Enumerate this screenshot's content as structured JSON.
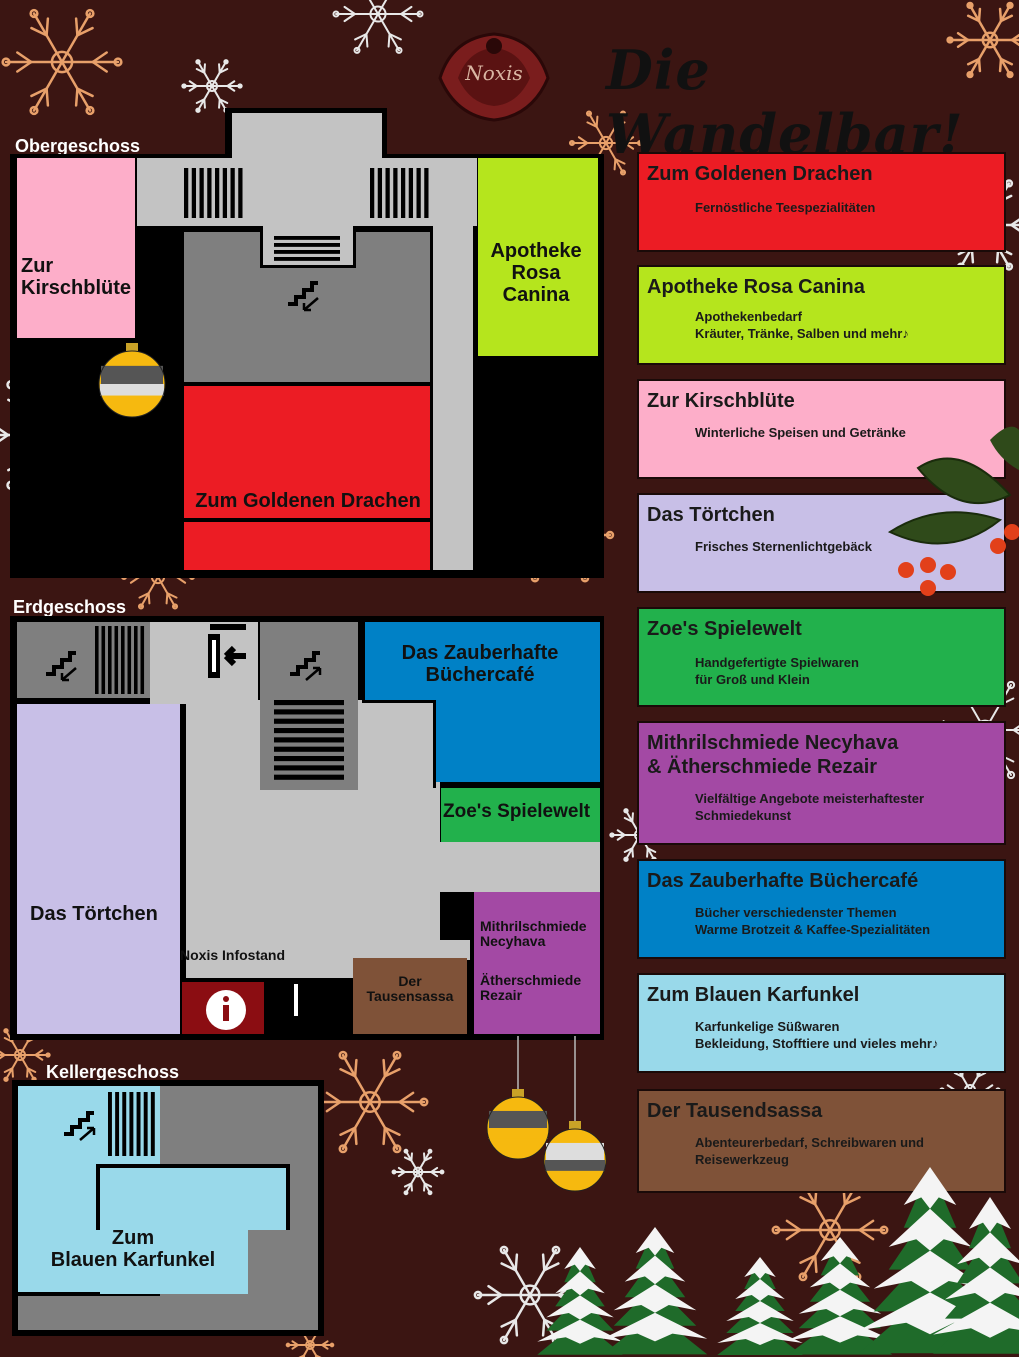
{
  "header": {
    "title": "Die Wandelbar!",
    "logo_text": "Noxis"
  },
  "floors": {
    "upper": {
      "title": "Obergeschoss",
      "rooms": {
        "kirschbluete": "Zur\nKirschblüte",
        "apotheke": "Apotheke\nRosa\nCanina",
        "drachen": "Zum Goldenen Drachen"
      }
    },
    "ground": {
      "title": "Erdgeschoss",
      "rooms": {
        "buechercafe": "Das Zauberhafte\nBüchercafé",
        "spielewelt": "Zoe's Spielewelt",
        "toertchen": "Das Törtchen",
        "infostand": "Noxis Infostand",
        "tausendsassa": "Der\nTausensassa",
        "schmiede_1": "Mithrilschmiede\nNecyhava",
        "schmiede_2": "Ätherschmiede\nRezair"
      }
    },
    "basement": {
      "title": "Kellergeschoss",
      "rooms": {
        "karfunkel": "Zum\nBlauen Karfunkel"
      }
    }
  },
  "directory": [
    {
      "name": "Zum Goldenen Drachen",
      "desc": "Fernöstliche Teespezialitäten",
      "color": "#ec1c24"
    },
    {
      "name": "Apotheke Rosa Canina",
      "desc": "Apothekenbedarf\nKräuter, Tränke, Salben und mehr♪",
      "color": "#b5e51d"
    },
    {
      "name": "Zur Kirschblüte",
      "desc": "Winterliche Speisen und Getränke",
      "color": "#fdaec9"
    },
    {
      "name": "Das Törtchen",
      "desc": "Frisches Sternenlichtgebäck",
      "color": "#c8bfe7"
    },
    {
      "name": "Zoe's Spielewelt",
      "desc": "Handgefertigte Spielwaren\nfür Groß und Klein",
      "color": "#22b14c"
    },
    {
      "name": "Mithrilschmiede Necyhava\n& Ätherschmiede Rezair",
      "desc": "Vielfältige Angebote meisterhaftester\nSchmiedekunst",
      "color": "#a349a4"
    },
    {
      "name": "Das Zauberhafte Büchercafé",
      "desc": "Bücher verschiedenster Themen\nWarme Brotzeit & Kaffee-Spezialitäten",
      "color": "#0081c6"
    },
    {
      "name": "Zum Blauen Karfunkel",
      "desc": "Karfunkelige Süßwaren\nBekleidung, Stofftiere und vieles mehr♪",
      "color": "#99d9ea"
    },
    {
      "name": "Der Tausendsassa",
      "desc": "Abenteurerbedarf, Schreibwaren und\nReisewerkzeug",
      "color": "#7f5238"
    }
  ],
  "colors": {
    "background": "#3b1512",
    "wall": "#000000",
    "corridor": "#c3c3c3",
    "stairwell": "#7f7f7f",
    "info": "#8b0d12"
  },
  "icons": [
    "snowflake-icon",
    "ornament-icon",
    "stairs-up-icon",
    "stairs-down-icon",
    "exit-icon",
    "info-icon",
    "holly-icon",
    "tree-icon"
  ]
}
